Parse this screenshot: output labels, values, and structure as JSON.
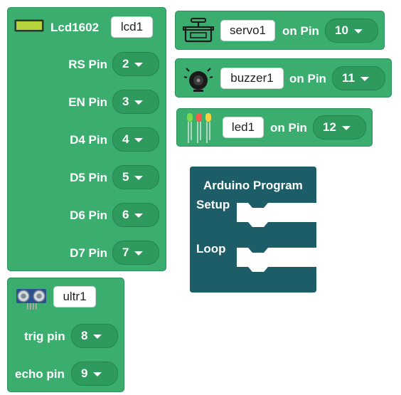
{
  "lcd_block": {
    "title": "Lcd1602",
    "name_value": "lcd1",
    "pins": [
      {
        "label": "RS Pin",
        "value": "2"
      },
      {
        "label": "EN Pin",
        "value": "3"
      },
      {
        "label": "D4 Pin",
        "value": "4"
      },
      {
        "label": "D5 Pin",
        "value": "5"
      },
      {
        "label": "D6 Pin",
        "value": "6"
      },
      {
        "label": "D7 Pin",
        "value": "7"
      }
    ]
  },
  "ultrasonic_block": {
    "icon": "ultrasonic-sensor-icon",
    "name_value": "ultr1",
    "trig_label": "trig pin",
    "trig_value": "8",
    "echo_label": "echo pin",
    "echo_value": "9"
  },
  "servo_block": {
    "icon": "servo-icon",
    "name_value": "servo1",
    "pin_label": "on Pin",
    "pin_value": "10"
  },
  "buzzer_block": {
    "icon": "buzzer-icon",
    "name_value": "buzzer1",
    "pin_label": "on Pin",
    "pin_value": "11"
  },
  "led_block": {
    "icon": "led-icon",
    "name_value": "led1",
    "pin_label": "on Pin",
    "pin_value": "12"
  },
  "arduino_block": {
    "title": "Arduino Program",
    "setup_label": "Setup",
    "loop_label": "Loop"
  },
  "colors": {
    "block_green": "#3aad6f",
    "dropdown_green": "#2e9a5e",
    "program_teal": "#1d5d68"
  }
}
